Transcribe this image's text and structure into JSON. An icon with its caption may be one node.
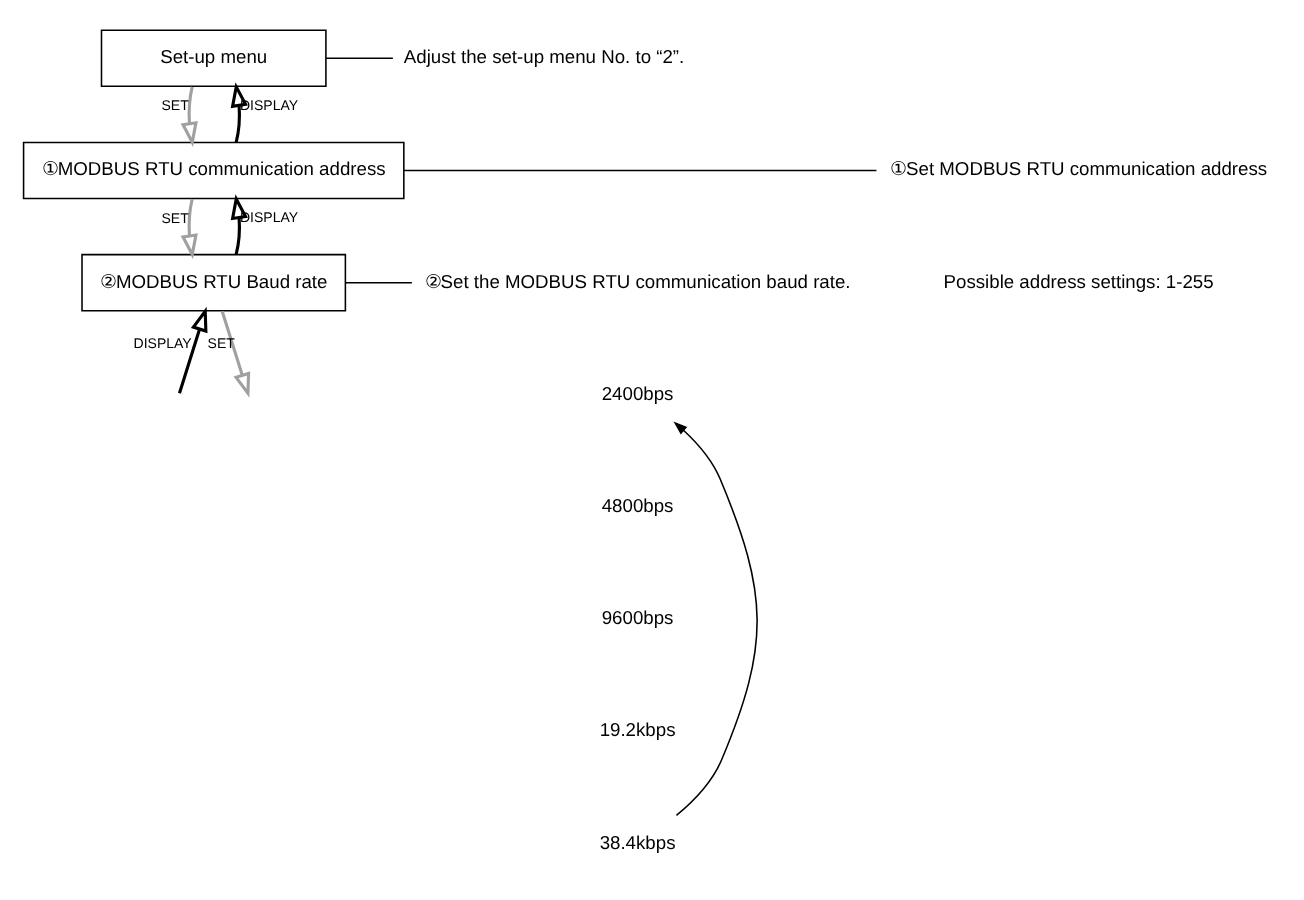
{
  "diagram": {
    "nodes": [
      {
        "text": [
          "Set-up menu"
        ]
      },
      {
        "text": [
          "①MODBUS RTU communication address"
        ]
      },
      {
        "text": [
          "②MODBUS RTU Baud rate"
        ]
      },
      {
        "text": [
          "Adjust the set-up menu No. to “2”."
        ]
      },
      {
        "text": [
          "①Set MODBUS RTU communication address"
        ]
      },
      {
        "text": [
          "②Set the MODBUS RTU communication baud rate."
        ]
      },
      {
        "text": [
          "2400bps"
        ]
      },
      {
        "text": [
          "4800bps"
        ]
      },
      {
        "text": [
          "9600bps"
        ]
      },
      {
        "text": [
          "19.2kbps"
        ]
      },
      {
        "text": [
          "38.4kbps"
        ]
      }
    ],
    "edges": [
      {
        "from": 1,
        "to": 0,
        "arrow": "to",
        "label": "DISPLAY"
      },
      {
        "from": 0,
        "to": 1,
        "arrow": "to",
        "label": "SET",
        "color": "#a0a0a0"
      },
      {
        "from": 2,
        "to": 1,
        "arrow": "to",
        "label": "DISPLAY"
      },
      {
        "from": 1,
        "to": 2,
        "arrow": "to",
        "label": "SET",
        "color": "#a0a0a0"
      },
      {
        "from": null,
        "to": 2,
        "arrow": "to",
        "label": "DISPLAY"
      },
      {
        "from": 2,
        "to": null,
        "arrow": "to",
        "label": "SET",
        "color": "#a0a0a0"
      },
      {
        "from": 0,
        "to": 3,
        "arrow": "none"
      },
      {
        "from": 1,
        "to": 4,
        "arrow": "none"
      },
      {
        "from": 2,
        "to": 5,
        "arrow": "none"
      },
      {
        "from": 10,
        "to": 6,
        "arrow": "to"
      }
    ],
    "labels": [
      "Possible address settings: 1-255"
    ]
  }
}
